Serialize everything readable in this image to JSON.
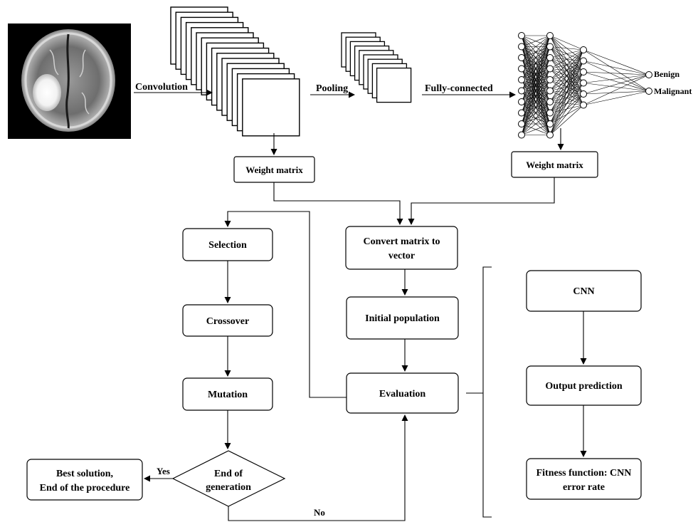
{
  "pipeline": {
    "convolution_label": "Convolution",
    "pooling_label": "Pooling",
    "fc_label": "Fully-connected",
    "outputs": [
      "Benign",
      "Malignant"
    ]
  },
  "weights": {
    "conv_weight_label": "Weight matrix",
    "fc_weight_label": "Weight matrix"
  },
  "ga": {
    "convert": [
      "Convert matrix to",
      "vector"
    ],
    "initial_population": "Initial population",
    "evaluation": "Evaluation",
    "selection": "Selection",
    "crossover": "Crossover",
    "mutation": "Mutation",
    "decision": [
      "End of",
      "generation"
    ],
    "yes_label": "Yes",
    "no_label": "No",
    "best": [
      "Best solution,",
      "End of the procedure"
    ]
  },
  "fitness": {
    "cnn": "CNN",
    "output_prediction": "Output prediction",
    "fitness_fn": [
      "Fitness function: CNN",
      "error rate"
    ]
  }
}
